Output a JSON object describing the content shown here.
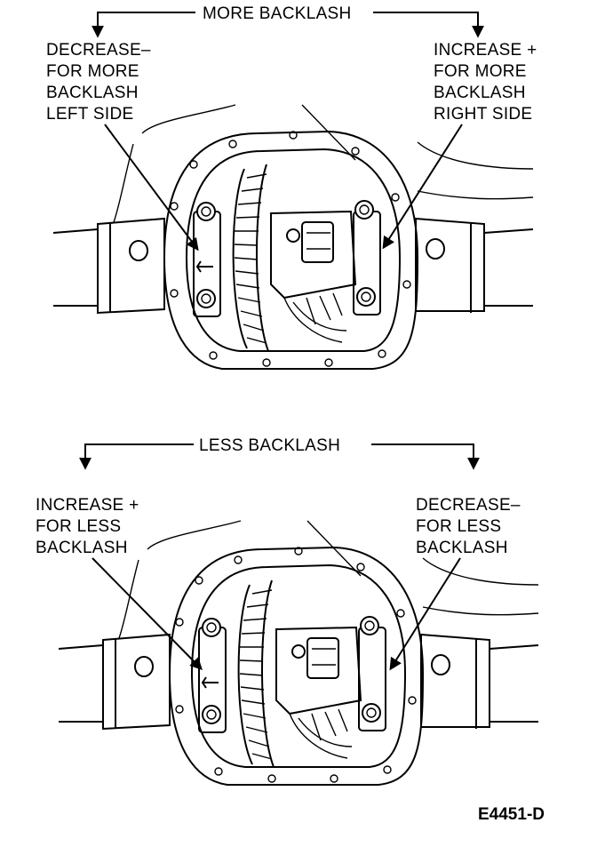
{
  "top_panel": {
    "header": "MORE BACKLASH",
    "left_label": [
      "DECREASE–",
      "FOR MORE",
      "BACKLASH",
      "LEFT SIDE"
    ],
    "right_label": [
      "INCREASE +",
      "FOR MORE",
      "BACKLASH",
      "RIGHT SIDE"
    ]
  },
  "bottom_panel": {
    "header": "LESS BACKLASH",
    "left_label": [
      "INCREASE +",
      "FOR LESS",
      "BACKLASH"
    ],
    "right_label": [
      "DECREASE–",
      "FOR LESS",
      "BACKLASH"
    ]
  },
  "figure_code": "E4451-D"
}
